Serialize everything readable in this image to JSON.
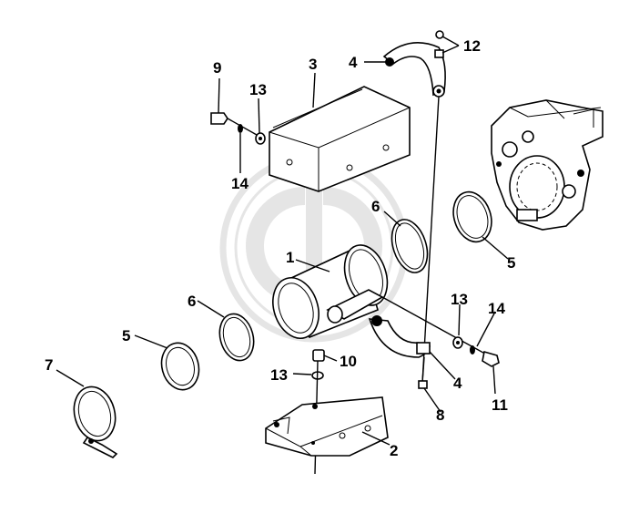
{
  "diagram": {
    "callouts": [
      {
        "id": "c9",
        "label": "9"
      },
      {
        "id": "c13a",
        "label": "13"
      },
      {
        "id": "c14a",
        "label": "14"
      },
      {
        "id": "c3",
        "label": "3"
      },
      {
        "id": "c4a",
        "label": "4"
      },
      {
        "id": "c12",
        "label": "12"
      },
      {
        "id": "c6a",
        "label": "6"
      },
      {
        "id": "c5a",
        "label": "5"
      },
      {
        "id": "c1",
        "label": "1"
      },
      {
        "id": "c6b",
        "label": "6"
      },
      {
        "id": "c5b",
        "label": "5"
      },
      {
        "id": "c7",
        "label": "7"
      },
      {
        "id": "c13b",
        "label": "13"
      },
      {
        "id": "c14b",
        "label": "14"
      },
      {
        "id": "c10",
        "label": "10"
      },
      {
        "id": "c13c",
        "label": "13"
      },
      {
        "id": "c4b",
        "label": "4"
      },
      {
        "id": "c11",
        "label": "11"
      },
      {
        "id": "c8",
        "label": "8"
      },
      {
        "id": "c2",
        "label": "2"
      }
    ]
  },
  "colors": {
    "ink": "#000000",
    "paper": "#ffffff",
    "watermark": "#e3e3e3"
  },
  "watermark": {
    "icon": "cd-logo-watermark"
  }
}
